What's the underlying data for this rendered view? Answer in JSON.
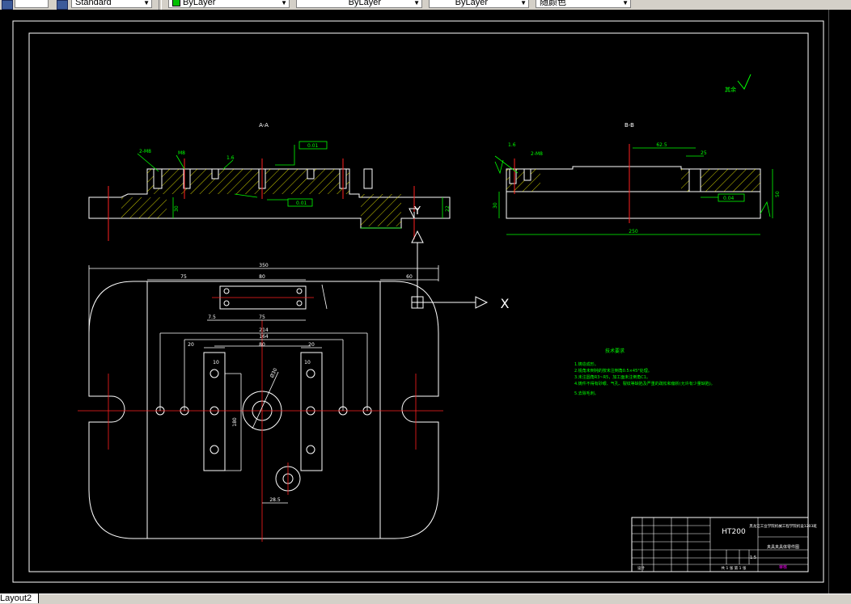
{
  "toolbar": {
    "text_style": "Standard",
    "layer_color": "ByLayer",
    "linetype": "ByLayer",
    "lineweight": "ByLayer",
    "plot_style": "随颜色"
  },
  "tabs": {
    "layout": "Layout2"
  },
  "drawing": {
    "section_aa": "A-A",
    "section_bb": "B-B",
    "roughness_note": "其余",
    "dims_aa": [
      "2-M8",
      "M8",
      "1.6",
      "0.01",
      "0.01",
      "30",
      "22"
    ],
    "dims_bb": [
      "1.6",
      "2-M8",
      "62.5",
      "25",
      "0.04",
      "50",
      "30",
      "250"
    ],
    "dims_plan": [
      "350",
      "75",
      "80",
      "60",
      "7.5",
      "75",
      "214",
      "164",
      "20",
      "80",
      "20",
      "10",
      "10",
      "180",
      "Ø30",
      "28.5"
    ],
    "axis_x": "X",
    "axis_y": "Y",
    "tech_req_title": "技术要求",
    "tech_req_lines": [
      "1.铸造成形。",
      "2.锐角未倒钝的按未注倒角0.5×45°处理。",
      "3.未注圆角R3~R5，加工面未注倒角C1。",
      "4.铸件不得有砂眼、气孔、裂纹等缺陷及严重的疏松和偏析(允许有少量缺陷)。",
      "5.去除毛刺。"
    ],
    "title_block": {
      "material": "HT200",
      "school": "黑龙江工业学院机械工程学院机设1203班",
      "part_name": "夹具夹具体零件图",
      "scale": "1:5",
      "sheet": "共 1 张 第 1 张",
      "designer": "设计",
      "checker": "审核"
    }
  },
  "colors": {
    "background": "#000000",
    "lines": "#ffffff",
    "dims": "#00ff00",
    "center": "#ff2020",
    "section": "#ffff00"
  }
}
